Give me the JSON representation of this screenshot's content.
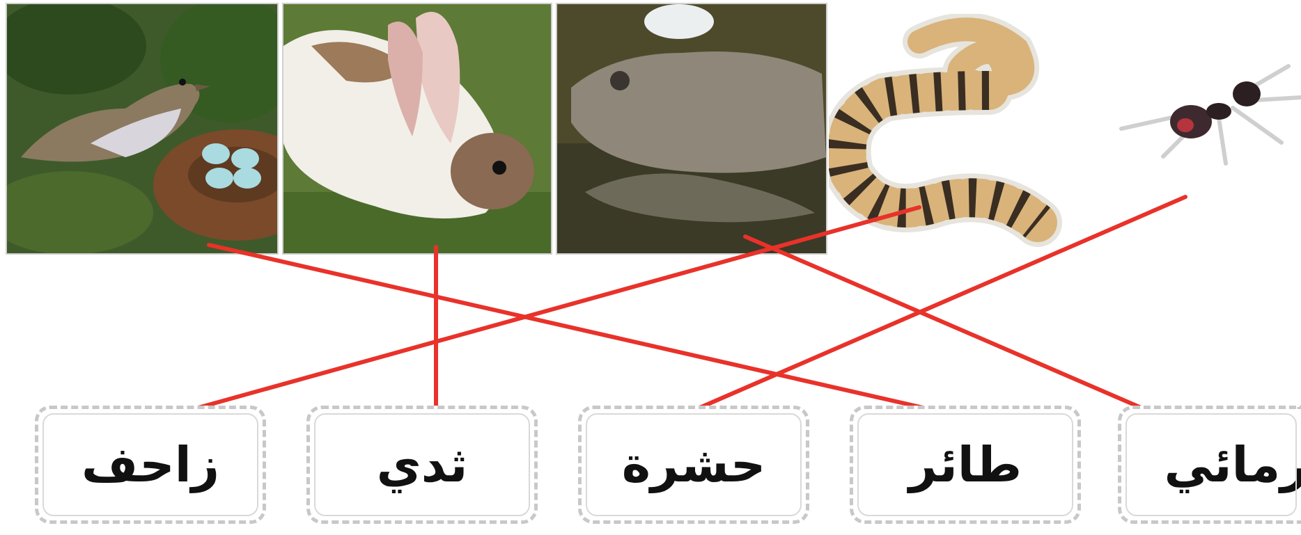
{
  "labels": {
    "reptile": "زاحف",
    "mammal": "ثدي",
    "insect": "حشرة",
    "bird": "طائر",
    "amphibian": "برمائي"
  },
  "colors": {
    "connector": "#e8322a",
    "box_border": "#c8c8c8"
  }
}
